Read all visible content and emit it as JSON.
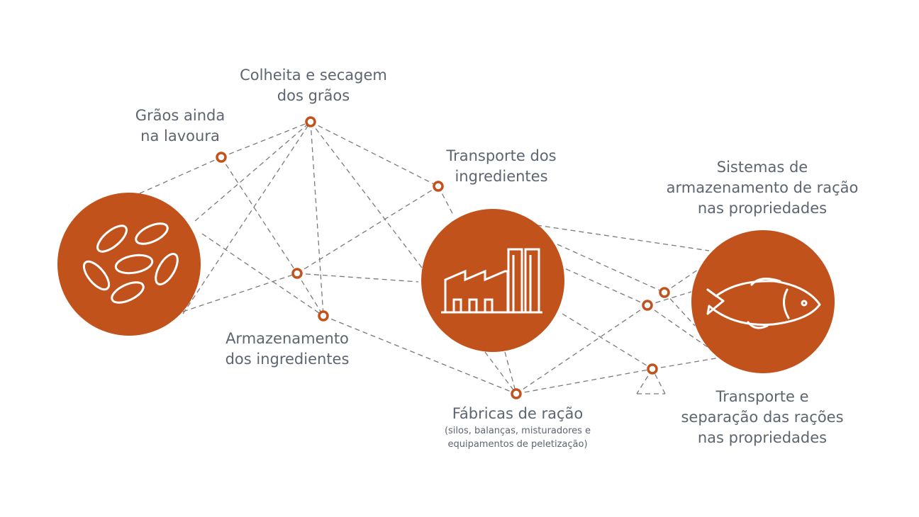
{
  "colors": {
    "accent": "#C1521C",
    "line": "#7a7a7a",
    "text": "#5d6570",
    "icon": "#ffffff"
  },
  "hubs": [
    {
      "id": "grains",
      "icon": "grains-icon"
    },
    {
      "id": "factory",
      "icon": "factory-icon"
    },
    {
      "id": "fish",
      "icon": "fish-icon"
    }
  ],
  "labels": {
    "colheita": [
      "Colheita e secagem",
      "dos grãos"
    ],
    "graos": [
      "Grãos ainda",
      "na lavoura"
    ],
    "transporte_ingredientes": [
      "Transporte dos",
      "ingredientes"
    ],
    "sistemas": [
      "Sistemas de",
      "armazenamento de ração",
      "nas propriedades"
    ],
    "armazenamento": [
      "Armazenamento",
      "dos ingredientes"
    ],
    "fabricas": {
      "title": "Fábricas de ração",
      "subtitle": [
        "(silos, balanças, misturadores e",
        "equipamentos de peletização)"
      ]
    },
    "transporte_separacao": [
      "Transporte e",
      "separação das rações",
      "nas propriedades"
    ]
  }
}
